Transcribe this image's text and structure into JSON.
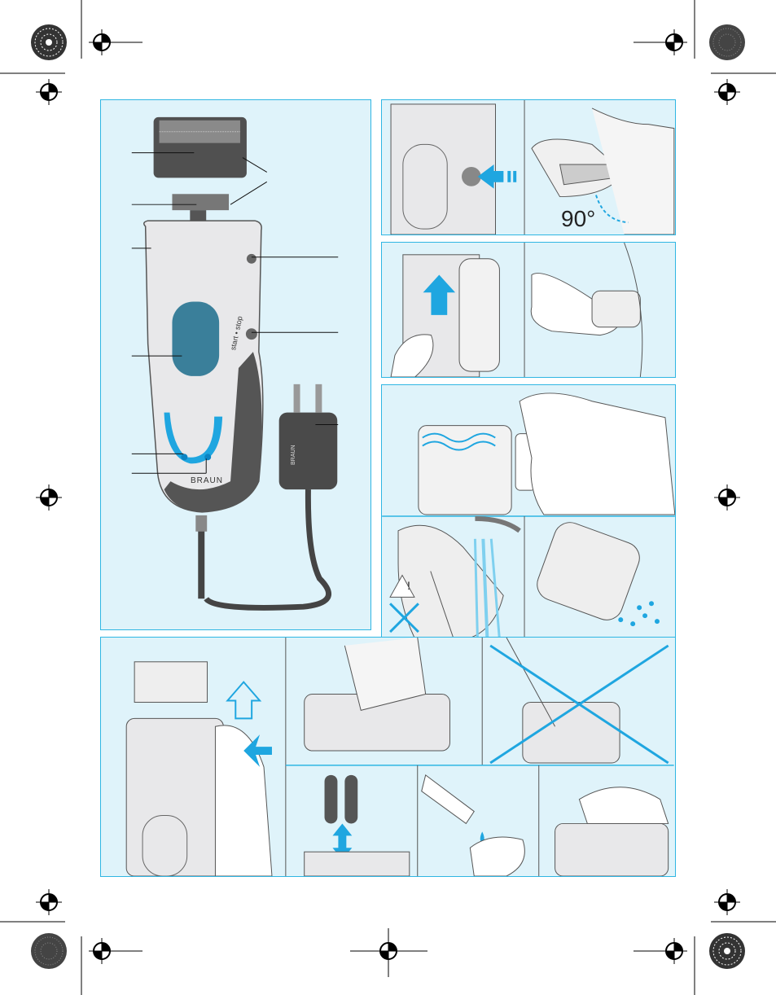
{
  "shaver_labels": {
    "start_stop": "start • stop",
    "brand": "BRAUN",
    "plug_brand": "BRAUN"
  },
  "trimmer_angle": "90°",
  "warning_symbol": "!",
  "colors": {
    "panel_bg": "#dff3fa",
    "panel_border": "#2fb6e3",
    "accent_blue": "#1fa6e0",
    "dark_gray": "#4a4a4a"
  },
  "icons": [
    "registration-mark-icon",
    "crop-mark-icon",
    "arrow-push-icon",
    "arrow-up-icon",
    "warning-triangle-icon",
    "cross-out-icon",
    "water-drops-icon"
  ]
}
